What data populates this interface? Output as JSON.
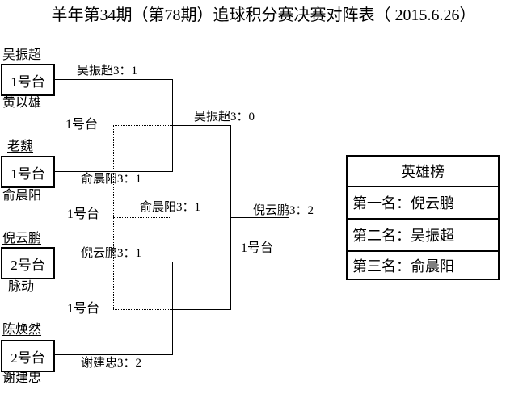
{
  "title": "羊年第34期（第78期）追球积分赛决赛对阵表（ 2015.6.26）",
  "bracket": {
    "slots": [
      {
        "top": "吴振超",
        "table": "1号台",
        "bottom": "黄以雄"
      },
      {
        "top": "老魏",
        "table": "1号台",
        "bottom": "俞晨阳"
      },
      {
        "top": "倪云鹏",
        "table": "2号台",
        "bottom": "脉动"
      },
      {
        "top": "陈焕然",
        "table": "2号台",
        "bottom": "谢建忠"
      }
    ],
    "results": {
      "r1m1": "吴振超3：1",
      "r1m2": "俞晨阳3：1",
      "r1m3": "倪云鹏3：1",
      "r1m4": "谢建忠3：2",
      "semi1": "吴振超3：0",
      "third_place": "俞晨阳3：1",
      "final": "倪云鹏3：2"
    },
    "table_labels": {
      "semi1": "1号台",
      "third_place": "1号台",
      "semi2": "1号台",
      "final": "1号台"
    }
  },
  "standings": {
    "header": "英雄榜",
    "rows": [
      "第一名：倪云鹏",
      "第二名：吴振超",
      "第三名：俞晨阳"
    ]
  }
}
